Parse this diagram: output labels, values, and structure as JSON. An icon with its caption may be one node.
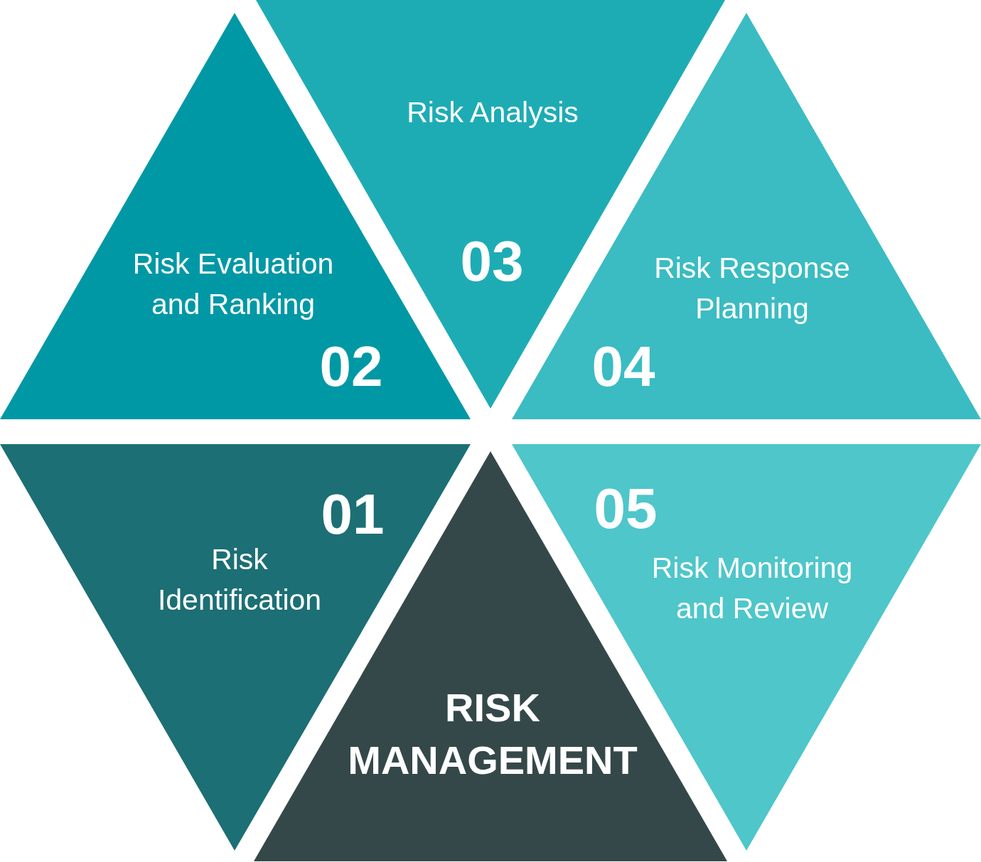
{
  "diagram": {
    "nodes": [
      {
        "text": [
          "01",
          "Risk Identification"
        ]
      },
      {
        "text": [
          "Risk Evaluation and Ranking",
          "02"
        ]
      },
      {
        "text": [
          "Risk Analysis",
          "03"
        ]
      },
      {
        "text": [
          "Risk Response Planning",
          "04"
        ]
      },
      {
        "text": [
          "05",
          "Risk Monitoring and Review"
        ]
      },
      {
        "text": [
          "RISK MANAGEMENT"
        ]
      }
    ]
  }
}
